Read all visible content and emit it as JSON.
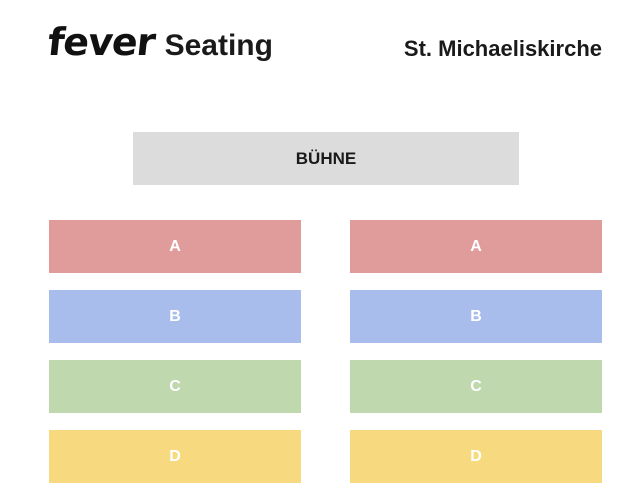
{
  "header": {
    "brand": "fever",
    "product": "Seating",
    "venue": "St. Michaeliskirche"
  },
  "stage": {
    "label": "BÜHNE",
    "color": "#dcdcdc"
  },
  "sections": [
    {
      "label": "A",
      "color": "#e09c9b"
    },
    {
      "label": "B",
      "color": "#a9bdec"
    },
    {
      "label": "C",
      "color": "#bfd8ad"
    },
    {
      "label": "D",
      "color": "#f7da7f"
    }
  ]
}
